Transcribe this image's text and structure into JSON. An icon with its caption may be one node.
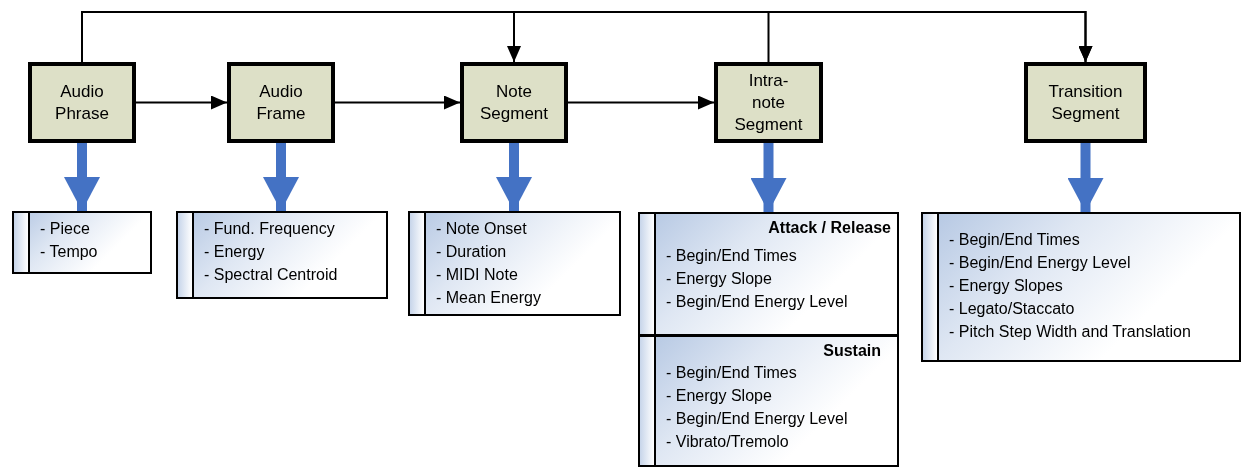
{
  "diagram": {
    "nodes": [
      {
        "text": [
          "Audio Phrase"
        ]
      },
      {
        "text": [
          "Audio Frame"
        ]
      },
      {
        "text": [
          "Note Segment"
        ]
      },
      {
        "text": [
          "Intra-note Segment"
        ]
      },
      {
        "text": [
          "Transition Segment"
        ]
      },
      {
        "text": [
          "- Piece",
          "- Tempo"
        ]
      },
      {
        "text": [
          "- Fund. Frequency",
          "- Energy",
          "- Spectral Centroid"
        ]
      },
      {
        "text": [
          "- Note Onset",
          "- Duration",
          "- MIDI Note",
          "- Mean Energy"
        ]
      },
      {
        "text": [
          "Attack / Release",
          "- Begin/End Times",
          "- Energy Slope",
          "- Begin/End Energy Level"
        ]
      },
      {
        "text": [
          "Sustain",
          "- Begin/End Times",
          "- Energy Slope",
          "- Begin/End Energy Level",
          "- Vibrato/Tremolo"
        ]
      },
      {
        "text": [
          "- Begin/End Times",
          "- Begin/End Energy Level",
          "- Energy Slopes",
          "- Legato/Staccato",
          "- Pitch Step Width and Translation"
        ]
      }
    ],
    "edges": [
      {
        "from": 0,
        "to": 1,
        "arrow": "to"
      },
      {
        "from": 1,
        "to": 2,
        "arrow": "to"
      },
      {
        "from": 2,
        "to": 3,
        "arrow": "to"
      },
      {
        "from": 3,
        "to": 4,
        "arrow": "to"
      },
      {
        "from": 0,
        "to": 2,
        "arrow": "to"
      },
      {
        "from": 0,
        "to": 4,
        "arrow": "to"
      },
      {
        "from": 0,
        "to": 5,
        "arrow": "to",
        "style": "thick",
        "color": "#4472c4"
      },
      {
        "from": 1,
        "to": 6,
        "arrow": "to",
        "style": "thick",
        "color": "#4472c4"
      },
      {
        "from": 2,
        "to": 7,
        "arrow": "to",
        "style": "thick",
        "color": "#4472c4"
      },
      {
        "from": 3,
        "to": 8,
        "arrow": "to",
        "style": "thick",
        "color": "#4472c4"
      },
      {
        "from": 4,
        "to": 10,
        "arrow": "to",
        "style": "thick",
        "color": "#4472c4"
      }
    ]
  }
}
